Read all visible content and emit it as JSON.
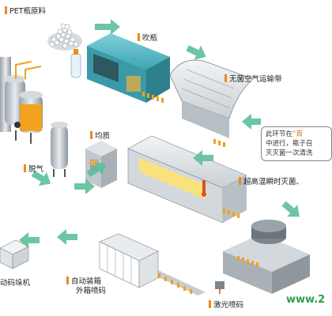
{
  "labels": {
    "pet": "PET瓶原料",
    "blow": "吹瓶",
    "conveyor": "无菌空气运输带",
    "homogenize": "均质",
    "degas": "脱气",
    "sterilize": "超高温瞬时灭菌、",
    "carton": "自动装箱",
    "carton_code": "外箱喷码",
    "stack": "动码垛机",
    "laser": "激光喷码"
  },
  "note": {
    "line1_prefix": "此环节在",
    "line1_quote": "“百",
    "line2": "中进行，瓶子召",
    "line3": "灭灭菌一次清洗"
  },
  "watermark": "www.2",
  "colors": {
    "machine_blue": "#4fb3bf",
    "machine_gray": "#dfe3e6",
    "arrow_green": "#5dbf9a",
    "juice_orange": "#f2a21e",
    "label_bar": "#e88a1a"
  }
}
